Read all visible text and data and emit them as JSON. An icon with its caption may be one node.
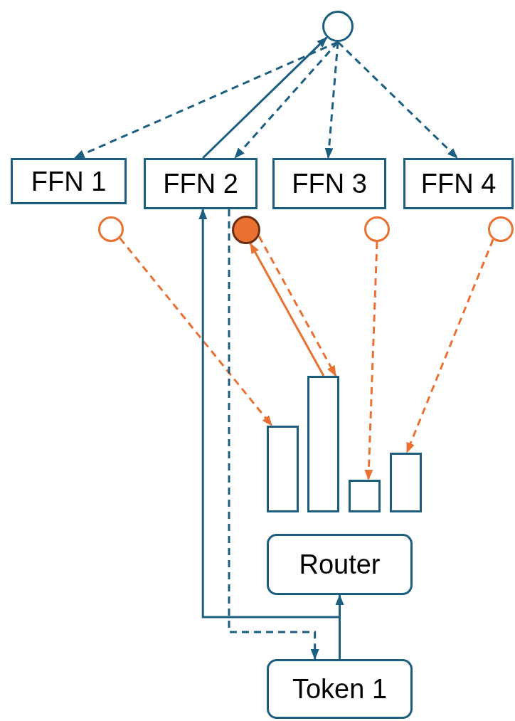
{
  "diagram": {
    "nodes": [
      {
        "text": [],
        "shape": "circle"
      },
      {
        "text": [
          "FFN 1"
        ]
      },
      {
        "text": [
          "FFN 2"
        ]
      },
      {
        "text": [
          "FFN 3"
        ]
      },
      {
        "text": [
          "FFN 4"
        ]
      },
      {
        "text": [],
        "shape": "circle"
      },
      {
        "text": [],
        "shape": "circle"
      },
      {
        "text": [],
        "shape": "circle"
      },
      {
        "text": [],
        "shape": "circle"
      },
      {
        "text": [],
        "shape": "bar"
      },
      {
        "text": [],
        "shape": "bar"
      },
      {
        "text": [],
        "shape": "bar"
      },
      {
        "text": [],
        "shape": "bar"
      },
      {
        "text": [
          "Router"
        ]
      },
      {
        "text": [
          "Token 1"
        ]
      }
    ],
    "edges": [
      {
        "from": 0,
        "to": 1,
        "arrow": "to",
        "style": "dashed"
      },
      {
        "from": 2,
        "to": 0,
        "arrow": "to"
      },
      {
        "from": 0,
        "to": 2,
        "arrow": "to",
        "style": "dashed"
      },
      {
        "from": 0,
        "to": 3,
        "arrow": "to",
        "style": "dashed"
      },
      {
        "from": 0,
        "to": 4,
        "arrow": "to",
        "style": "dashed"
      },
      {
        "from": 5,
        "to": 9,
        "arrow": "to",
        "style": "dashed",
        "color": "#e97132"
      },
      {
        "from": 10,
        "to": 6,
        "arrow": "to",
        "color": "#e97132"
      },
      {
        "from": 6,
        "to": 10,
        "arrow": "to",
        "style": "dashed",
        "color": "#e97132"
      },
      {
        "from": 7,
        "to": 11,
        "arrow": "to",
        "style": "dashed",
        "color": "#e97132"
      },
      {
        "from": 8,
        "to": 12,
        "arrow": "to",
        "style": "dashed",
        "color": "#e97132"
      },
      {
        "from": 14,
        "to": 13,
        "arrow": "to"
      },
      {
        "from": 14,
        "to": 2,
        "arrow": "to"
      },
      {
        "from": 2,
        "to": 14,
        "arrow": "to",
        "style": "dashed"
      }
    ]
  }
}
